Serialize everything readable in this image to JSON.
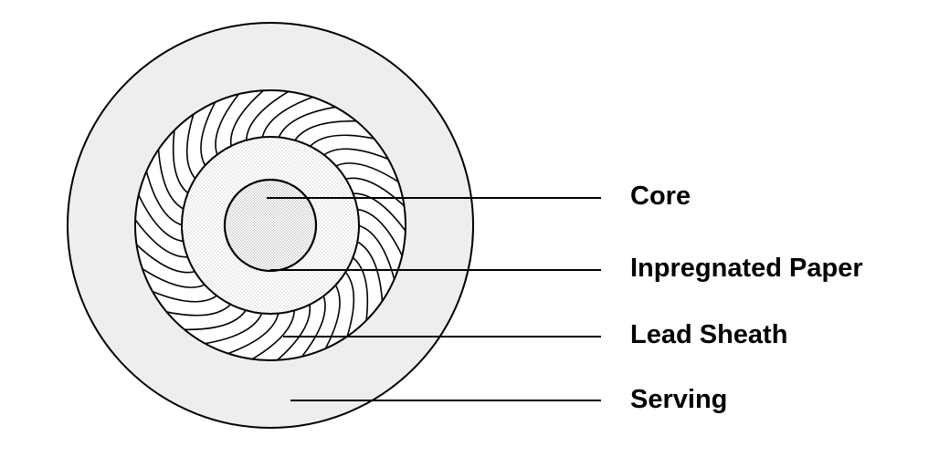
{
  "labels": {
    "core": "Core",
    "paper": "Inpregnated Paper",
    "lead": "Lead Sheath",
    "serving": "Serving"
  },
  "colors": {
    "stroke": "#000000",
    "serving_fill": "#eeeeee",
    "background": "#ffffff",
    "stipple": "#9a9a9a"
  }
}
